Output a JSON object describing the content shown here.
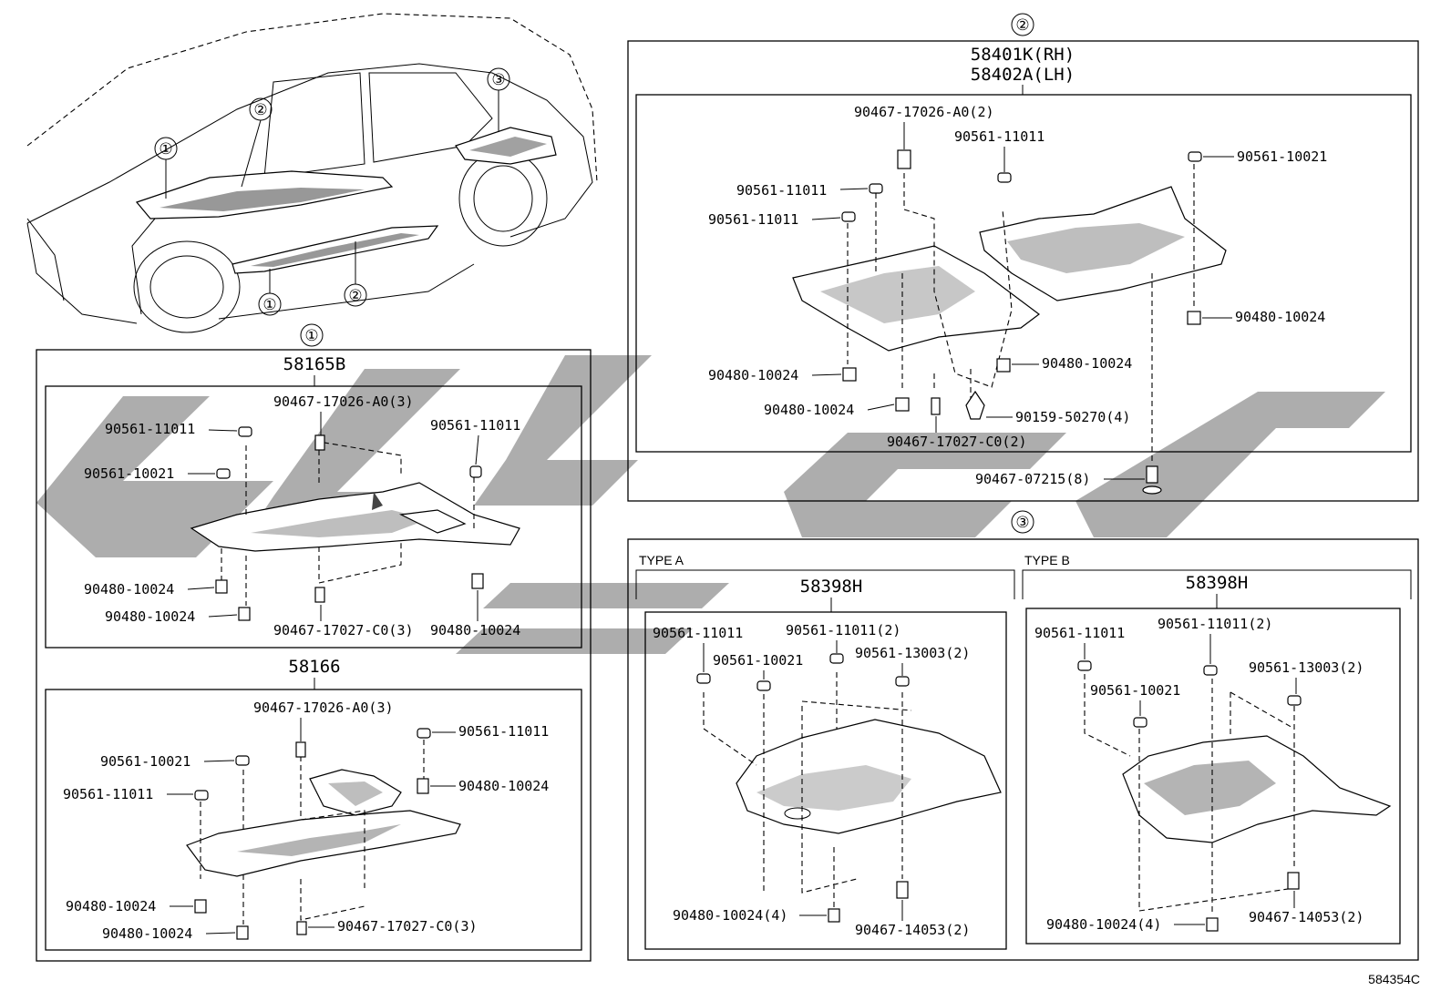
{
  "illustration_id": "584354C",
  "overview": {
    "callouts": [
      "①",
      "②",
      "③",
      "①",
      "②"
    ]
  },
  "section1": {
    "number": "①",
    "panel_a": {
      "part_number": "58165B",
      "labels": [
        "90467-17026-A0(3)",
        "90561-11011",
        "90561-11011",
        "90561-10021",
        "90480-10024",
        "90480-10024",
        "90467-17027-C0(3)",
        "90480-10024"
      ]
    },
    "panel_b": {
      "part_number": "58166",
      "labels": [
        "90467-17026-A0(3)",
        "90561-11011",
        "90561-10021",
        "90480-10024",
        "90561-11011",
        "90480-10024",
        "90480-10024",
        "90467-17027-C0(3)"
      ]
    }
  },
  "section2": {
    "number": "②",
    "part_number_rh": "58401K(RH)",
    "part_number_lh": "58402A(LH)",
    "labels": [
      "90467-17026-A0(2)",
      "90561-11011",
      "90561-10021",
      "90561-11011",
      "90561-11011",
      "90480-10024",
      "90480-10024",
      "90480-10024",
      "90480-10024",
      "90159-50270(4)",
      "90467-17027-C0(2)",
      "90467-07215(8)"
    ]
  },
  "section3": {
    "number": "③",
    "type_a": {
      "type_label": "TYPE A",
      "part_number": "58398H",
      "labels": [
        "90561-11011",
        "90561-11011(2)",
        "90561-10021",
        "90561-13003(2)",
        "90480-10024(4)",
        "90467-14053(2)"
      ]
    },
    "type_b": {
      "type_label": "TYPE B",
      "part_number": "58398H",
      "labels": [
        "90561-11011",
        "90561-11011(2)",
        "90561-10021",
        "90561-13003(2)",
        "90480-10024(4)",
        "90467-14053(2)"
      ]
    }
  }
}
